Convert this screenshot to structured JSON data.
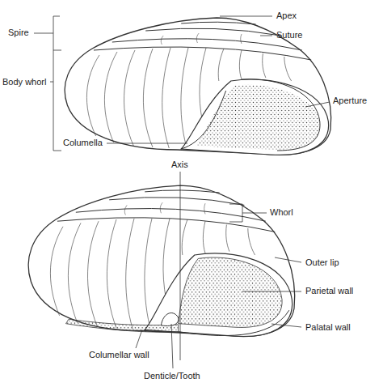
{
  "diagram": {
    "labels": [
      "Spire",
      "Apex",
      "Suture",
      "Body whorl",
      "Aperture",
      "Columella",
      "Axis",
      "Whorl",
      "Outer lip",
      "Parietal wall",
      "Palatal wall",
      "Columellar wall",
      "Denticle/Tooth"
    ]
  }
}
